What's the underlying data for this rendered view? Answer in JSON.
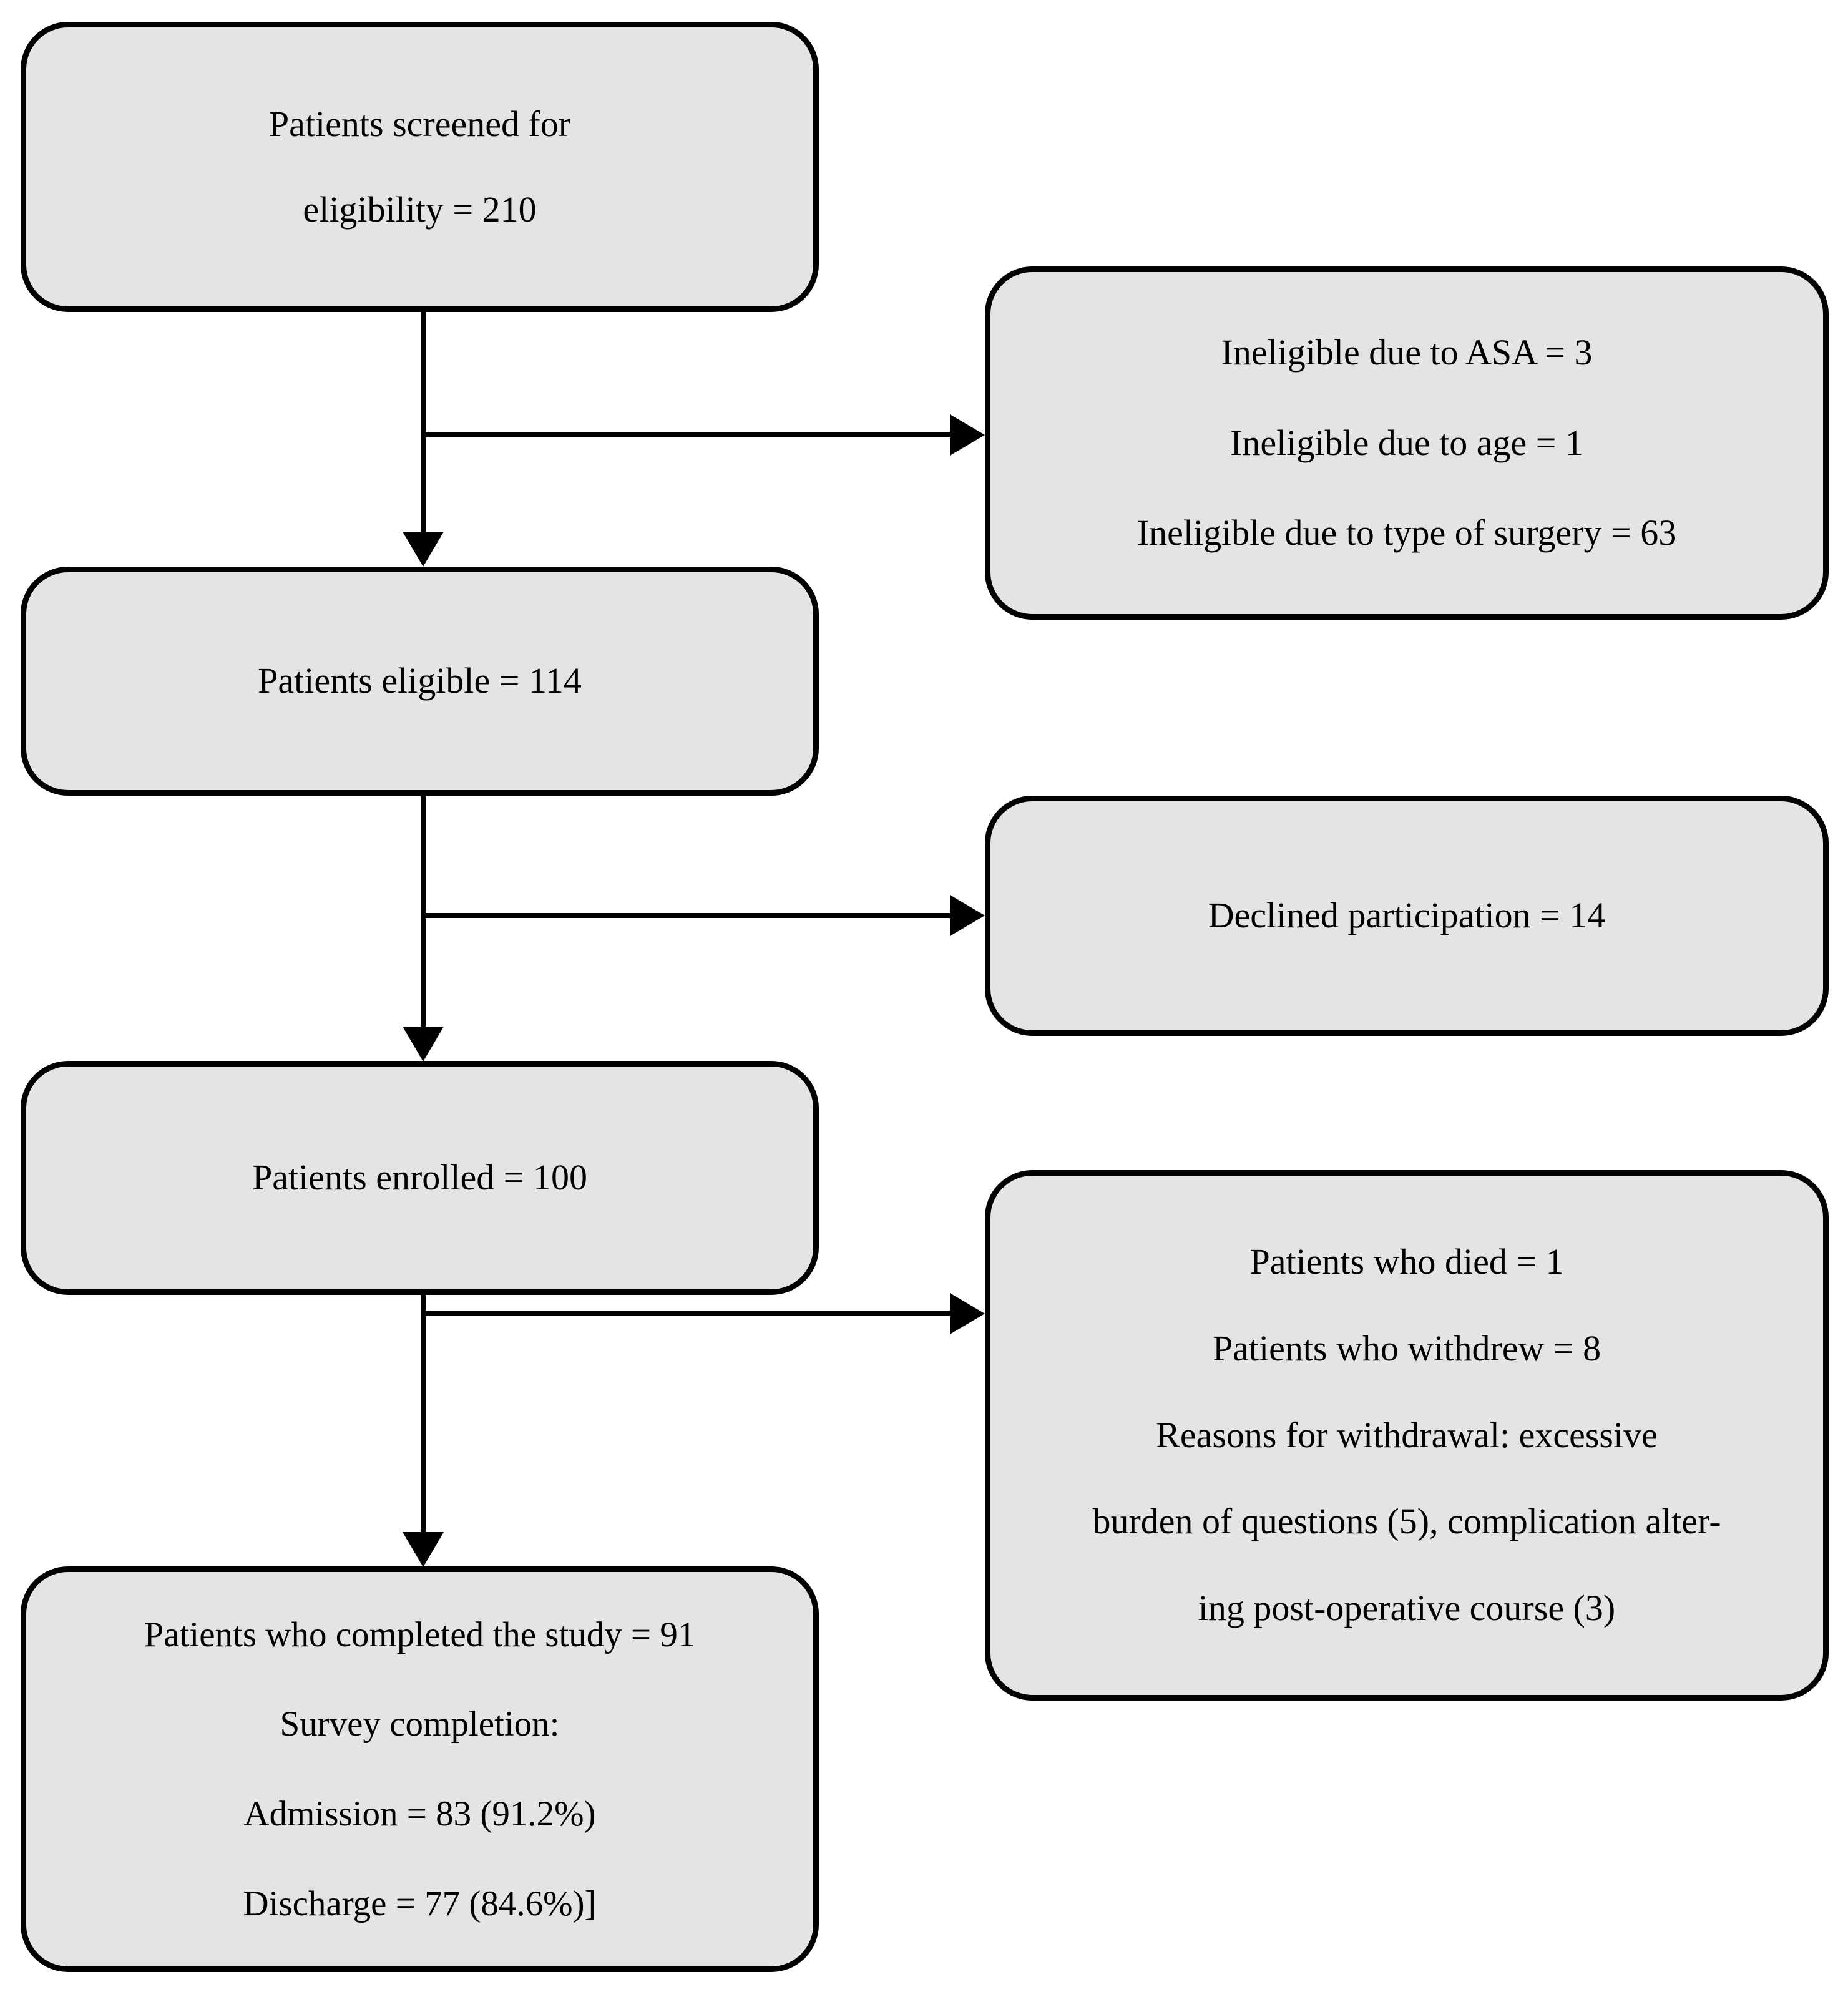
{
  "diagram": {
    "type": "flowchart",
    "orientation": "top-to-bottom",
    "fill_color": "#e4e4e4",
    "border_color": "#000000",
    "background_color": "#ffffff",
    "nodes": {
      "screened": {
        "lines": [
          "Patients screened for",
          "eligibility = 210"
        ]
      },
      "ineligible": {
        "lines": [
          "Ineligible due to ASA = 3",
          "Ineligible due to age = 1",
          "Ineligible due to type of surgery = 63"
        ]
      },
      "eligible": {
        "lines": [
          "Patients eligible = 114"
        ]
      },
      "declined": {
        "lines": [
          "Declined participation = 14"
        ]
      },
      "enrolled": {
        "lines": [
          "Patients enrolled = 100"
        ]
      },
      "withdrew": {
        "lines": [
          "Patients who died = 1",
          "Patients who withdrew = 8",
          "Reasons for withdrawal: excessive",
          "burden of questions (5), complication alter-",
          "ing post-operative course (3)"
        ]
      },
      "completed": {
        "lines": [
          "Patients who completed the study = 91",
          "Survey completion:",
          "Admission = 83 (91.2%)",
          "Discharge = 77 (84.6%)]"
        ]
      }
    },
    "edges": [
      {
        "from": "screened",
        "to": "eligible",
        "style": "vertical-arrow"
      },
      {
        "from": "screened",
        "to": "ineligible",
        "style": "horizontal-arrow"
      },
      {
        "from": "eligible",
        "to": "enrolled",
        "style": "vertical-arrow"
      },
      {
        "from": "eligible",
        "to": "declined",
        "style": "horizontal-arrow"
      },
      {
        "from": "enrolled",
        "to": "completed",
        "style": "vertical-arrow"
      },
      {
        "from": "enrolled",
        "to": "withdrew",
        "style": "horizontal-arrow"
      }
    ]
  }
}
